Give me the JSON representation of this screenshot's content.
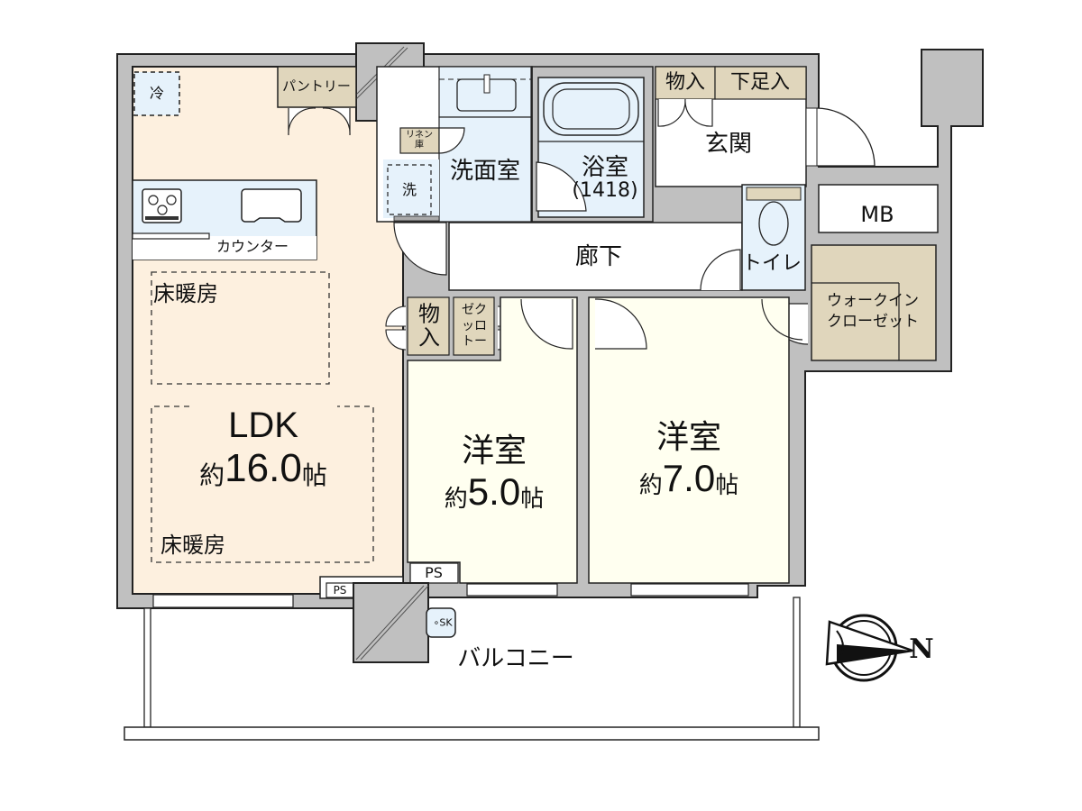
{
  "floor_plan": {
    "title": "2LDK floor plan",
    "colors": {
      "wall": "#c0c0c0",
      "ldk_floor": "#fdf0df",
      "western_room_floor": "#fffff0",
      "wet_area_floor": "#e6f2fb",
      "storage": "#e0d6bc",
      "outline": "#222222"
    },
    "rooms": {
      "ldk": {
        "name": "LDK",
        "size_prefix": "約",
        "size_value": "16.0",
        "size_unit": "帖"
      },
      "western_room_1": {
        "name": "洋室",
        "size_prefix": "約",
        "size_value": "5.0",
        "size_unit": "帖"
      },
      "western_room_2": {
        "name": "洋室",
        "size_prefix": "約",
        "size_value": "7.0",
        "size_unit": "帖"
      },
      "washroom": {
        "name": "洗面室"
      },
      "bathroom": {
        "name": "浴室",
        "spec": "(1418)"
      },
      "entrance": {
        "name": "玄関"
      },
      "hallway": {
        "name": "廊下"
      },
      "toilet": {
        "name": "トイレ"
      },
      "walk_in_closet": {
        "line1": "ウォークイン",
        "line2": "クローゼット"
      },
      "balcony": {
        "name": "バルコニー"
      }
    },
    "fixtures": {
      "refrigerator": "冷",
      "pantry": "パントリー",
      "counter": "カウンター",
      "floor_heating_1": "床暖房",
      "floor_heating_2": "床暖房",
      "linen_storage_line1": "リネン",
      "linen_storage_line2": "庫",
      "washing_machine": "洗",
      "storage_entrance": "物入",
      "shoe_cabinet": "下足入",
      "meter_box": "MB",
      "storage_hall_1": "物",
      "storage_hall_2": "入",
      "closet_col1": "ゼク",
      "closet_col2": "ッロ",
      "closet_col3": "トー",
      "pipe_space_1": "PS",
      "pipe_space_2": "PS",
      "slop_sink": "SK"
    },
    "compass": {
      "label": "N",
      "direction": "east"
    }
  }
}
